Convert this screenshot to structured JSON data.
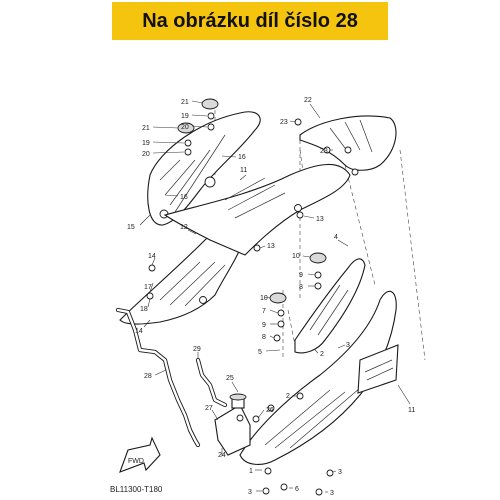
{
  "banner": {
    "text": "Na obrázku díl číslo 28",
    "color": "#f5c40f"
  },
  "diagram": {
    "code": "BL11300-T180",
    "fwd_label": "FWD",
    "callouts": [
      {
        "id": "callout-21-a",
        "label": "21"
      },
      {
        "id": "callout-19-a",
        "label": "19"
      },
      {
        "id": "callout-20-a",
        "label": "20"
      },
      {
        "id": "callout-21-b",
        "label": "21"
      },
      {
        "id": "callout-19-b",
        "label": "19"
      },
      {
        "id": "callout-20-b",
        "label": "20"
      },
      {
        "id": "callout-16-a",
        "label": "16"
      },
      {
        "id": "callout-16-b",
        "label": "16"
      },
      {
        "id": "callout-15",
        "label": "15"
      },
      {
        "id": "callout-11-a",
        "label": "11"
      },
      {
        "id": "callout-22",
        "label": "22"
      },
      {
        "id": "callout-23-a",
        "label": "23"
      },
      {
        "id": "callout-23-b",
        "label": "23"
      },
      {
        "id": "callout-13-a",
        "label": "13"
      },
      {
        "id": "callout-12",
        "label": "12"
      },
      {
        "id": "callout-13-b",
        "label": "13"
      },
      {
        "id": "callout-4",
        "label": "4"
      },
      {
        "id": "callout-14-a",
        "label": "14"
      },
      {
        "id": "callout-17",
        "label": "17"
      },
      {
        "id": "callout-18",
        "label": "18"
      },
      {
        "id": "callout-14-b",
        "label": "14"
      },
      {
        "id": "callout-10-a",
        "label": "10"
      },
      {
        "id": "callout-9-a",
        "label": "9"
      },
      {
        "id": "callout-8-a",
        "label": "8"
      },
      {
        "id": "callout-10-b",
        "label": "10"
      },
      {
        "id": "callout-7",
        "label": "7"
      },
      {
        "id": "callout-9-b",
        "label": "9"
      },
      {
        "id": "callout-8-b",
        "label": "8"
      },
      {
        "id": "callout-5",
        "label": "5"
      },
      {
        "id": "callout-2-a",
        "label": "2"
      },
      {
        "id": "callout-3-a",
        "label": "3"
      },
      {
        "id": "callout-29",
        "label": "29"
      },
      {
        "id": "callout-28",
        "label": "28"
      },
      {
        "id": "callout-25",
        "label": "25"
      },
      {
        "id": "callout-2-b",
        "label": "2"
      },
      {
        "id": "callout-11-b",
        "label": "11"
      },
      {
        "id": "callout-27",
        "label": "27"
      },
      {
        "id": "callout-26",
        "label": "26"
      },
      {
        "id": "callout-24",
        "label": "24"
      },
      {
        "id": "callout-1",
        "label": "1"
      },
      {
        "id": "callout-3-b",
        "label": "3"
      },
      {
        "id": "callout-3-c",
        "label": "3"
      },
      {
        "id": "callout-6",
        "label": "6"
      },
      {
        "id": "callout-3-d",
        "label": "3"
      }
    ]
  }
}
